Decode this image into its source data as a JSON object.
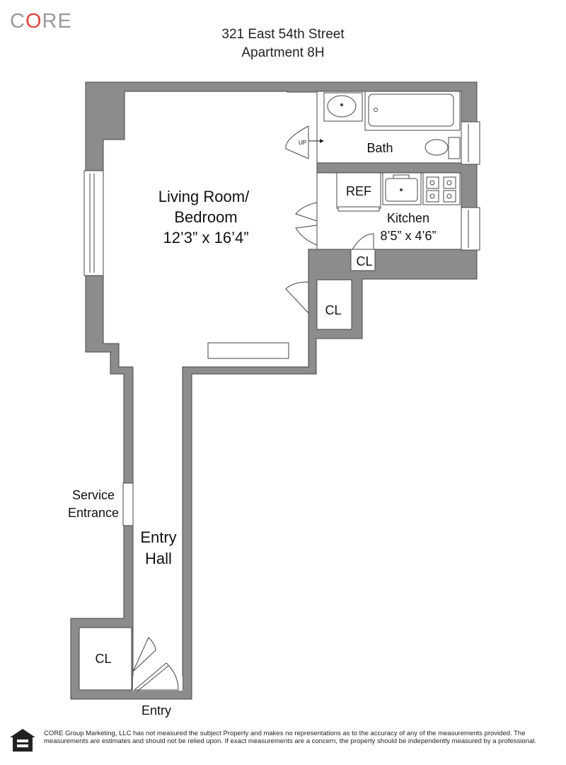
{
  "brand": {
    "name_prefix": "C",
    "name_accent": "O",
    "name_suffix": "RE"
  },
  "header": {
    "address": "321 East 54th Street",
    "unit": "Apartment 8H"
  },
  "rooms": {
    "living_line1": "Living Room/",
    "living_line2": "Bedroom",
    "living_dims": "12’3” x 16’4”",
    "bath": "Bath",
    "ref": "REF",
    "kitchen": "Kitchen",
    "kitchen_dims": "8’5” x 4’6”",
    "closet": "CL",
    "up": "UP",
    "service_line1": "Service",
    "service_line2": "Entrance",
    "entry_hall_line1": "Entry",
    "entry_hall_line2": "Hall",
    "entry": "Entry"
  },
  "colors": {
    "wall": "#8c8c8c",
    "accent": "#e0443e",
    "logo": "#9a9a9a"
  },
  "icons": {
    "equal_housing": "equal-housing-icon"
  },
  "disclaimer": "CORE Group Marketing, LLC has not measured the subject Property and makes no representations as to the accuracy of any of the measurements provided. The measurements are estimates and should not be relied upon. If exact measurements are a concern, the property should be independently measured by a professional."
}
